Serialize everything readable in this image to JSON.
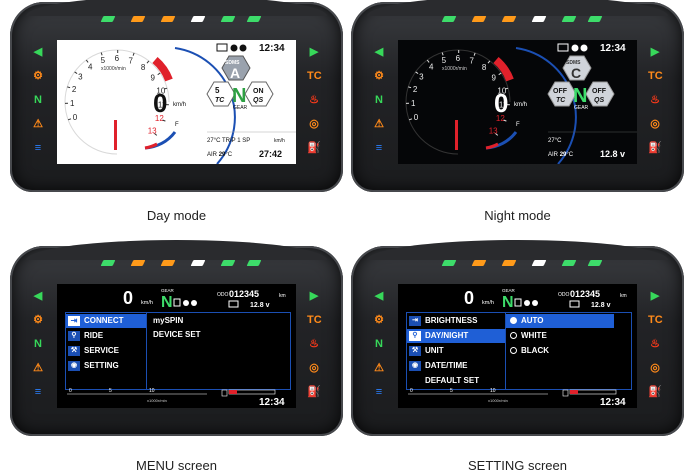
{
  "captions": {
    "day": "Day mode",
    "night": "Night mode",
    "menu": "MENU screen",
    "setting": "SETTING screen"
  },
  "led_colors": [
    "#3ddc6a",
    "#ff9a1a",
    "#ff9a1a",
    "#ffffff",
    "#3ddc6a",
    "#3ddc6a"
  ],
  "indicators": {
    "left": [
      {
        "icon": "turn-left-arrow-icon",
        "glyph": "◀",
        "color": "#37d85a"
      },
      {
        "icon": "engine-warning-icon",
        "glyph": "⚙",
        "color": "#ff8a1a"
      },
      {
        "icon": "neutral-icon",
        "glyph": "N",
        "color": "#37d85a"
      },
      {
        "icon": "warning-triangle-icon",
        "glyph": "⚠",
        "color": "#ff8a1a"
      },
      {
        "icon": "high-beam-icon",
        "glyph": "≡",
        "color": "#2a7fff"
      }
    ],
    "right": [
      {
        "icon": "turn-right-arrow-icon",
        "glyph": "▶",
        "color": "#37d85a"
      },
      {
        "icon": "traction-control-icon",
        "glyph": "TC",
        "color": "#ff8a1a"
      },
      {
        "icon": "coolant-temp-icon",
        "glyph": "♨",
        "color": "#ff3a1a"
      },
      {
        "icon": "abs-icon",
        "glyph": "◎",
        "color": "#ff8a1a"
      },
      {
        "icon": "oil-pressure-icon",
        "glyph": "⛽",
        "color": "#ff3a1a"
      }
    ]
  },
  "gauge": {
    "tach_labels": [
      "0",
      "1",
      "2",
      "3",
      "4",
      "5",
      "6",
      "7",
      "8",
      "9",
      "10",
      "11",
      "12",
      "13"
    ],
    "tach_unit": "x1000r/min",
    "speed": "0",
    "speed_unit": "km/h",
    "sdms_label": "SDMS",
    "gear_label": "GEAR",
    "gear": "N",
    "fuel_e": "E",
    "fuel_f": "F",
    "clock": "12:34",
    "air_label": "AIR"
  },
  "day": {
    "sdms_mode": "A",
    "tc_value": "5",
    "tc_label": "TC",
    "qs_value": "ON",
    "qs_label": "QS",
    "coolant_temp": "27",
    "air_temp": "29",
    "trip1_label": "TRIP 1",
    "sp_label": "SP",
    "trip_speed_unit": "km/h",
    "trip_time": "27:42"
  },
  "night": {
    "sdms_mode": "C",
    "tc_value": "OFF",
    "tc_label": "TC",
    "qs_value": "OFF",
    "qs_label": "QS",
    "coolant_temp": "27",
    "air_temp": "29",
    "voltage": "12.8 v"
  },
  "topbar": {
    "odo_label": "ODO",
    "odo": "012345",
    "odo_unit": "km",
    "voltage": "12.8 v"
  },
  "menu": {
    "items": [
      {
        "icon": "connect-icon",
        "label": "CONNECT"
      },
      {
        "icon": "motorcycle-icon",
        "label": "RIDE"
      },
      {
        "icon": "wrench-icon",
        "label": "SERVICE"
      },
      {
        "icon": "settings-gear-icon",
        "label": "SETTING"
      }
    ],
    "connect_options": [
      "mySPIN",
      "DEVICE SET"
    ]
  },
  "setting": {
    "items": [
      {
        "icon": "brightness-icon",
        "label": "BRIGHTNESS"
      },
      {
        "icon": "day-night-icon",
        "label": "DAY/NIGHT"
      },
      {
        "icon": "unit-icon",
        "label": "UNIT"
      },
      {
        "icon": "clock-icon",
        "label": "DATE/TIME"
      },
      {
        "icon": "",
        "label": "DEFAULT SET"
      }
    ],
    "day_night_options": [
      "AUTO",
      "WHITE",
      "BLACK"
    ],
    "selected_option": "AUTO"
  },
  "bar": {
    "ticks": [
      "0",
      "5",
      "10"
    ],
    "unit": "x1000r/min",
    "clock": "12:34"
  }
}
